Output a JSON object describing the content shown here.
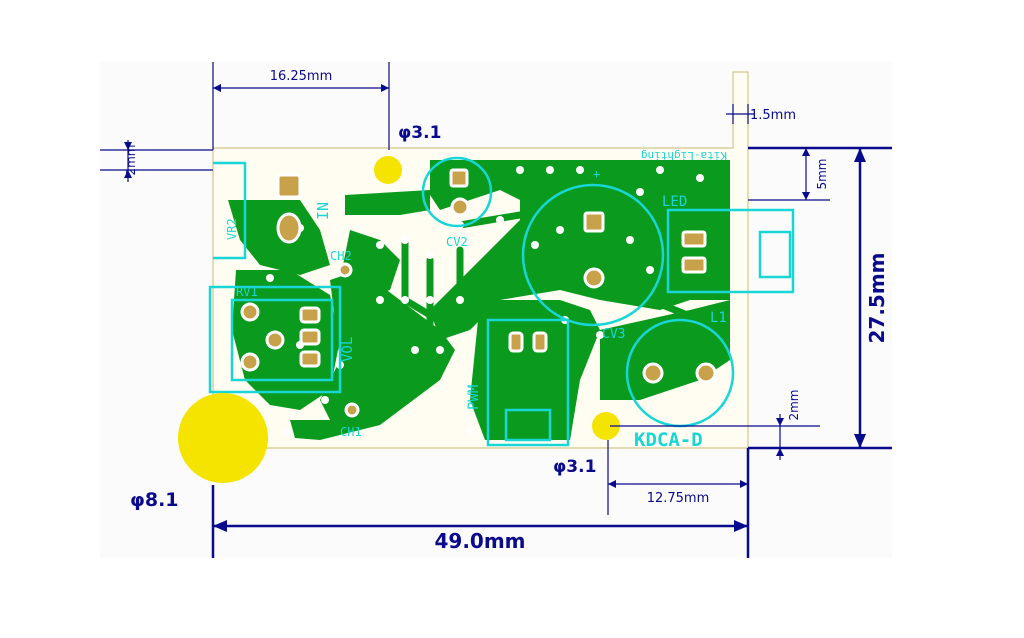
{
  "dimensions": {
    "top_offset": "16.25mm",
    "top_right_margin": "1.5mm",
    "left_vertical": "2mm",
    "right_small": "5mm",
    "height": "27.5mm",
    "bottom_right_vertical": "2mm",
    "bottom_offset": "12.75mm",
    "total_width": "49.0mm"
  },
  "holes": {
    "top": "φ3.1",
    "bottom": "φ3.1",
    "large": "φ8.1"
  },
  "board": {
    "name": "KDCA-D",
    "brand": "Kita-Lighting"
  },
  "components": {
    "vr2": "VR2",
    "in": "IN",
    "ch2": "CH2",
    "rv1": "RV1",
    "vol": "VOL",
    "ch1": "CH1",
    "cv2": "CV2",
    "cv3": "CV3",
    "led": "LED",
    "l1": "L1",
    "pwm": "PWM",
    "plus": "+"
  },
  "colors": {
    "copper": "#0a9a1e",
    "silkscreen": "#18d6d6",
    "dimension": "#0a0a8c",
    "mounting_hole": "#f4e400",
    "pad": "#c8a24a",
    "outline": "#d4c68a"
  }
}
